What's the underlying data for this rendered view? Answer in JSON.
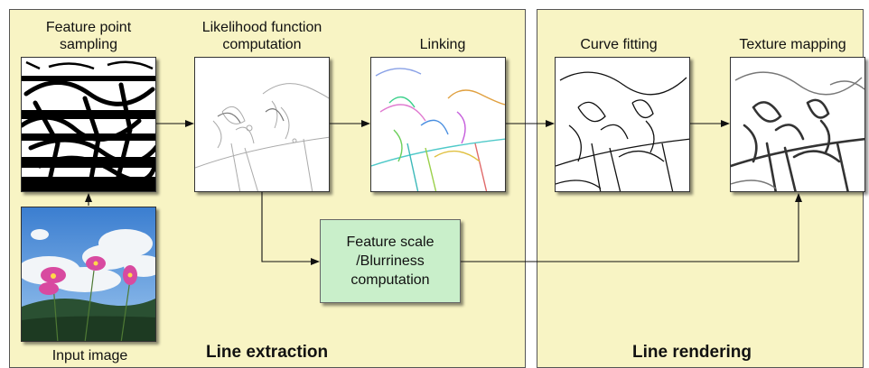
{
  "panels": {
    "extraction_title": "Line extraction",
    "rendering_title": "Line rendering"
  },
  "steps": {
    "feature_point_sampling": {
      "line1": "Feature point",
      "line2": "sampling"
    },
    "likelihood": {
      "line1": "Likelihood function",
      "line2": "computation"
    },
    "linking": {
      "label": "Linking"
    },
    "curve_fitting": {
      "label": "Curve fitting"
    },
    "texture_mapping": {
      "label": "Texture mapping"
    },
    "input_image": {
      "label": "Input image"
    },
    "feature_scale": {
      "line1": "Feature scale",
      "line2": "/Blurriness",
      "line3": "computation"
    }
  },
  "colors": {
    "panel_fill": "#f8f4c4",
    "scale_box_fill": "#c9efca",
    "arrow": "#111111"
  }
}
